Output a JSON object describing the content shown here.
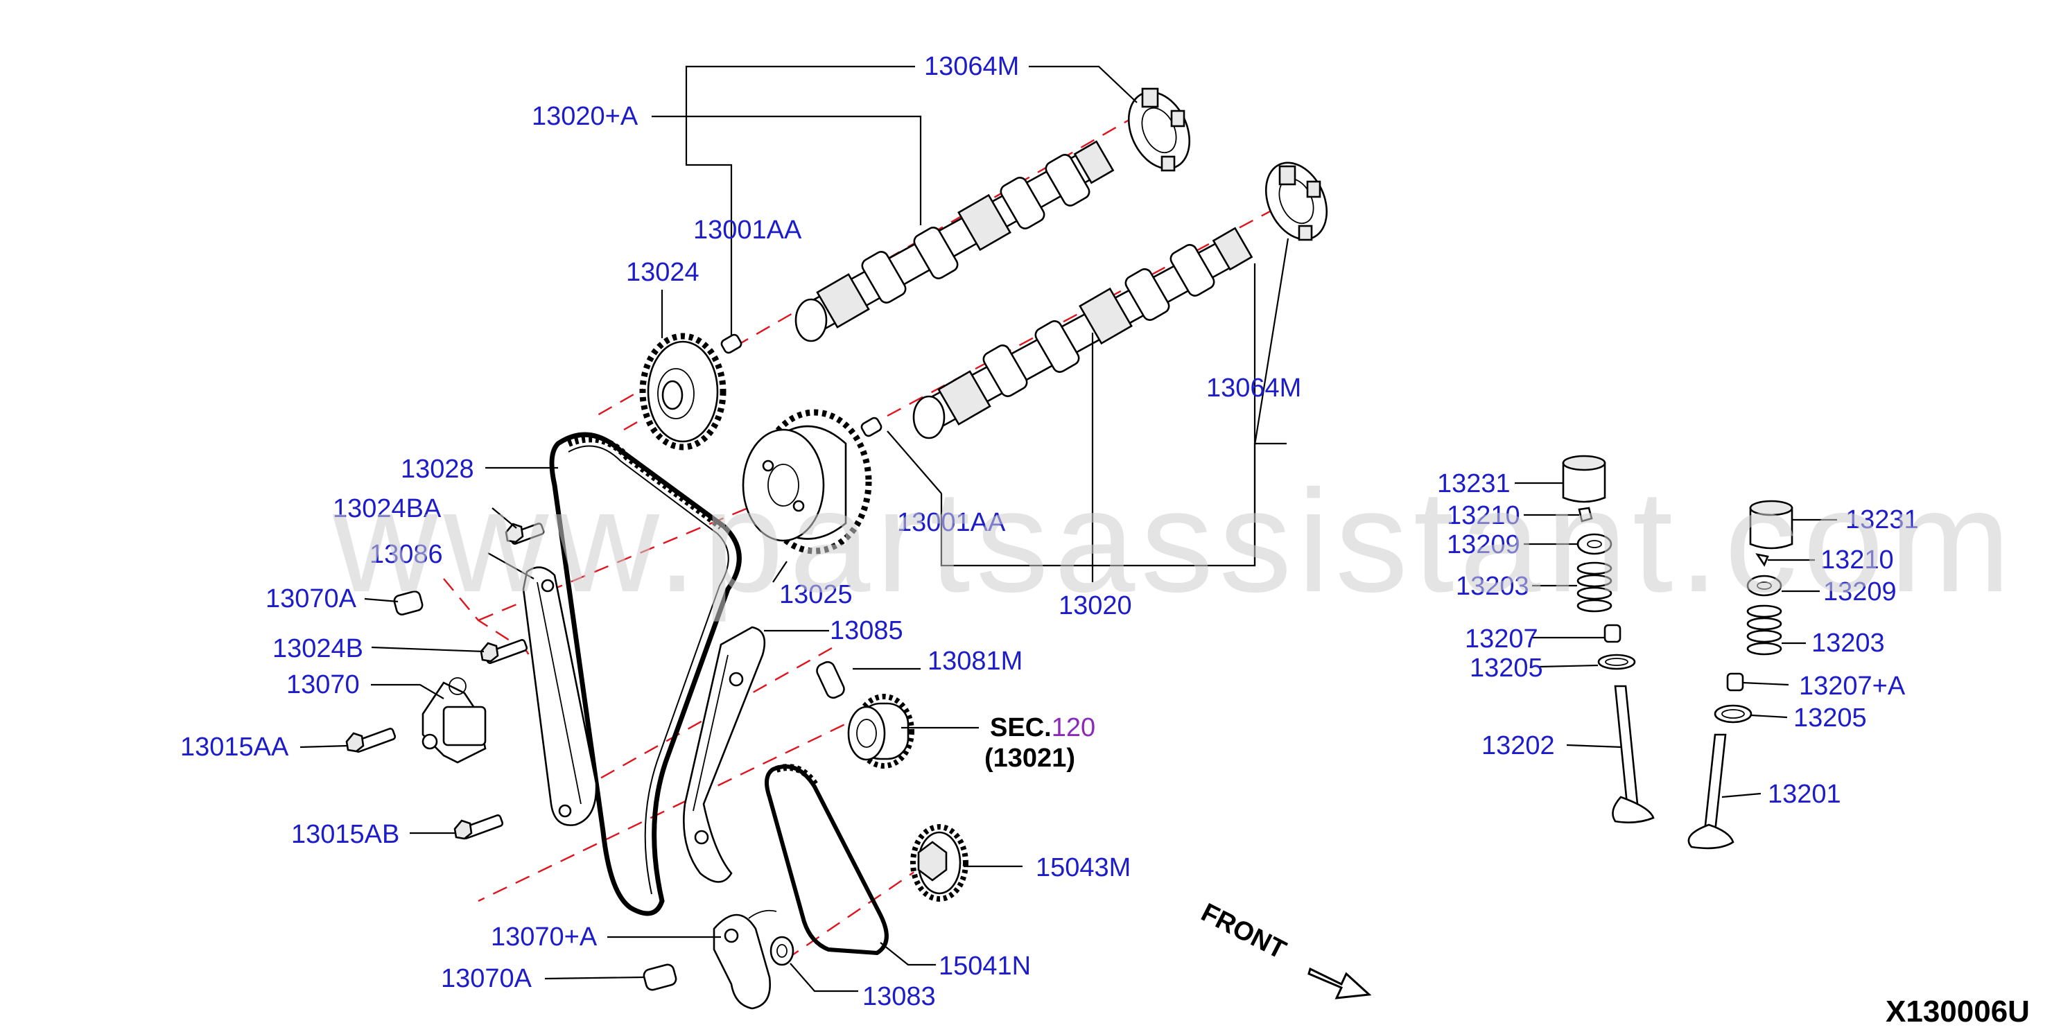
{
  "watermark": "www.partsassistant.com",
  "diagram_id": "X130006U",
  "front_label": "FRONT",
  "sec_ref": {
    "prefix": "SEC.",
    "number": "120",
    "part": "(13021)"
  },
  "labels": {
    "l13064M_top": "13064M",
    "l13020A": "13020+A",
    "l13001AA_top": "13001AA",
    "l13024": "13024",
    "l13028": "13028",
    "l13024BA": "13024BA",
    "l13086": "13086",
    "l13070A_mid": "13070A",
    "l13024B": "13024B",
    "l13070": "13070",
    "l13015AA": "13015AA",
    "l13015AB": "13015AB",
    "l13070PA": "13070+A",
    "l13070A_bot": "13070A",
    "l13001AA_mid": "13001AA",
    "l13025": "13025",
    "l13020": "13020",
    "l13064M_right": "13064M",
    "l13085": "13085",
    "l13081M": "13081M",
    "l15043M": "15043M",
    "l15041N": "15041N",
    "l13083": "13083",
    "l13231_left": "13231",
    "l13210_left": "13210",
    "l13209_left": "13209",
    "l13203_left": "13203",
    "l13207_left": "13207",
    "l13205_left": "13205",
    "l13202": "13202",
    "l13231_right": "13231",
    "l13210_right": "13210",
    "l13209_right": "13209",
    "l13203_right": "13203",
    "l13207A_right": "13207+A",
    "l13205_right": "13205",
    "l13201": "13201"
  },
  "colors": {
    "label": "#1c1cc8",
    "centerline": "#e0141e",
    "sec_number": "#8b2ab8"
  },
  "icons": [
    "front-arrow-icon"
  ]
}
